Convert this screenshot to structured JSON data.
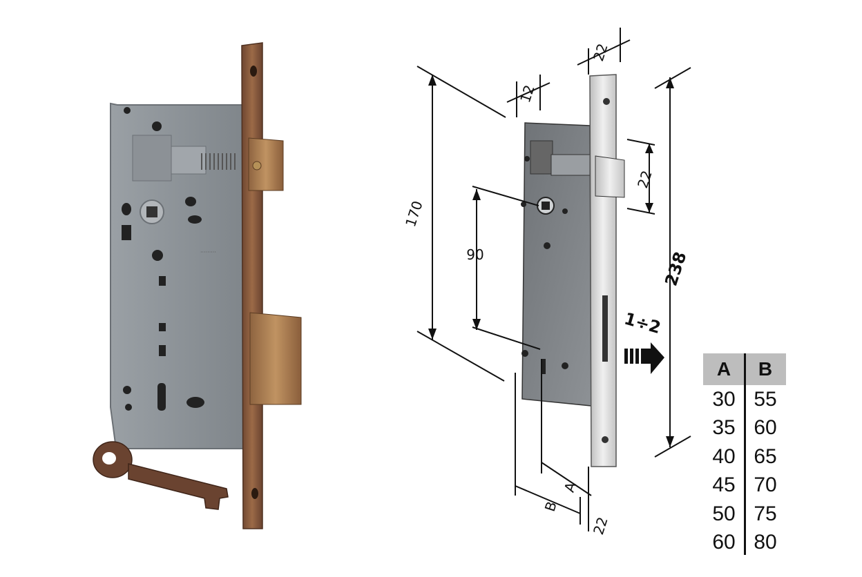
{
  "dimensions": {
    "height_total": "238",
    "height_170": "170",
    "center_90": "90",
    "top_22": "22",
    "bolt_22": "22",
    "face_12": "12",
    "bottom_22": "22",
    "label_A": "A",
    "label_B": "B"
  },
  "note": "1÷2",
  "table": {
    "headers": [
      "A",
      "B"
    ],
    "rows": [
      [
        "30",
        "55"
      ],
      [
        "35",
        "60"
      ],
      [
        "40",
        "65"
      ],
      [
        "45",
        "70"
      ],
      [
        "50",
        "75"
      ],
      [
        "60",
        "80"
      ]
    ]
  },
  "colors": {
    "case": "#8f959a",
    "faceplate_bronze": "#8a5a3c",
    "bolt_bronze": "#a6784a",
    "faceplate_steel": "#d9d9d9",
    "table_header": "#bdbdbd"
  }
}
